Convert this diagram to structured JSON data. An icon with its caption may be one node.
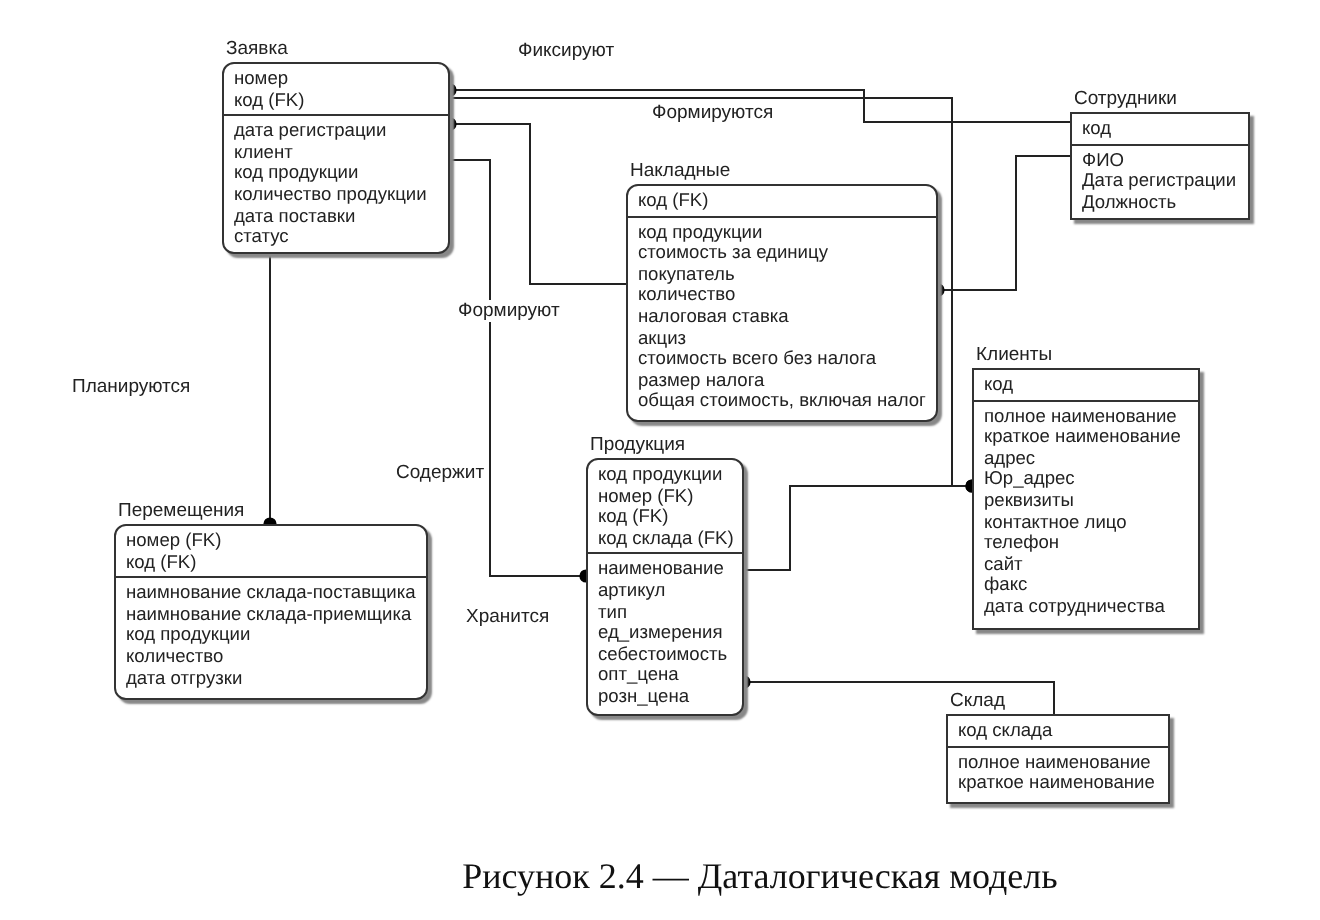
{
  "diagram": {
    "caption": "Рисунок 2.4 — Даталогическая модель",
    "nodes": [
      {
        "text": [
          "Заявка",
          "номер",
          "код (FK)",
          "дата регистрации",
          "клиент",
          "код продукции",
          "количество продукции",
          "дата поставки",
          "статус"
        ]
      },
      {
        "text": [
          "Сотрудники",
          "код",
          "ФИО",
          "Дата регистрации",
          "Должность"
        ]
      },
      {
        "text": [
          "Накладные",
          "код (FK)",
          "код продукции",
          "стоимость за единицу",
          "покупатель",
          "количество",
          "налоговая ставка",
          "акциз",
          "стоимость всего без налога",
          "размер налога",
          "общая стоимость, включая налог"
        ]
      },
      {
        "text": [
          "Клиенты",
          "код",
          "полное наименование",
          "краткое наименование",
          "адрес",
          "Юр_адрес",
          "реквизиты",
          "контактное лицо",
          "телефон",
          "сайт",
          "факс",
          "дата сотрудничества"
        ]
      },
      {
        "text": [
          "Перемещения",
          "номер (FK)",
          "код (FK)",
          "наимнование склада-поставщика",
          "наимнование склада-приемщика",
          "код продукции",
          "количество",
          "дата отгрузки"
        ]
      },
      {
        "text": [
          "Продукция",
          "код продукции",
          "номер (FK)",
          "код (FK)",
          "код склада (FK)",
          "наименование",
          "артикул",
          "тип",
          "ед_измерения",
          "себестоимость",
          "опт_цена",
          "розн_цена"
        ]
      },
      {
        "text": [
          "Склад",
          "код склада",
          "полное наименование",
          "краткое наименование"
        ]
      }
    ],
    "edges": [
      {
        "from": 1,
        "to": 0,
        "arrow": "other",
        "label": "Фиксируют"
      },
      {
        "from": 0,
        "to": 3,
        "arrow": "other",
        "label": "Формируются"
      },
      {
        "from": 2,
        "to": 0,
        "arrow": "other",
        "label": "Формируют"
      },
      {
        "from": 0,
        "to": 5,
        "arrow": "other",
        "label": "Содержит"
      },
      {
        "from": 0,
        "to": 4,
        "arrow": "other",
        "label": "Планируются"
      },
      {
        "from": 1,
        "to": 2,
        "arrow": "other"
      },
      {
        "from": 5,
        "to": 3,
        "arrow": "other"
      },
      {
        "from": 6,
        "to": 5,
        "arrow": "other"
      }
    ],
    "labels": [
      "Хранится"
    ]
  }
}
